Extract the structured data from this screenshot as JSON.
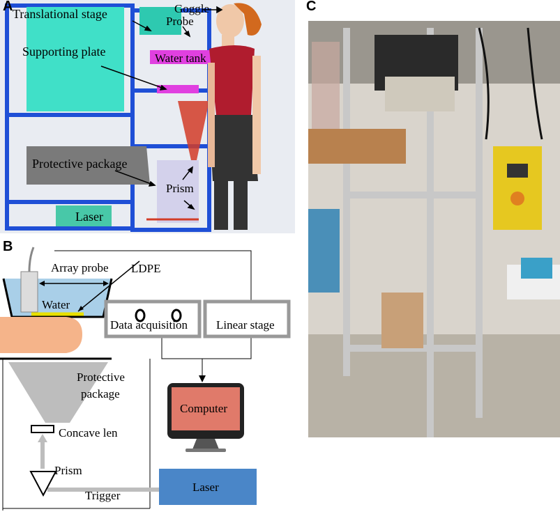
{
  "panels": {
    "a": {
      "letter": "A",
      "labels": {
        "translational_stage": "Translational stage",
        "goggle": "Goggle",
        "probe": "Probe",
        "supporting_plate": "Supporting plate",
        "water_tank": "Water tank",
        "protective_package": "Protective package",
        "prism": "Prism",
        "laser": "Laser"
      }
    },
    "b": {
      "letter": "B",
      "labels": {
        "array_probe": "Array probe",
        "ldpe": "LDPE",
        "water": "Water",
        "data_acquisition": "Data acquisition",
        "linear_stage": "Linear stage",
        "protective_package_line1": "Protective",
        "protective_package_line2": "package",
        "computer": "Computer",
        "concave_len": "Concave len",
        "prism": "Prism",
        "laser": "Laser",
        "trigger": "Trigger"
      }
    },
    "c": {
      "letter": "C"
    }
  },
  "colors": {
    "frame_blue": "#1f4fd6",
    "cabinet_cyan": "#40e0c8",
    "tank_magenta": "#e040e0",
    "cone_red": "#d23c28",
    "computer_screen": "#e07a6a",
    "laser_box": "#4a86c8",
    "water_blue": "#a9cfe8",
    "tissue_orange": "#f5b48a",
    "photo_bg": "#d9d4cc"
  }
}
